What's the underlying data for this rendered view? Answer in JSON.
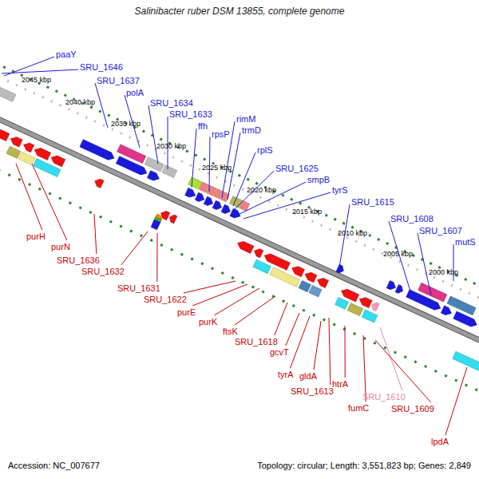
{
  "diagram": {
    "title": "Salinibacter ruber DSM 13855, complete genome",
    "labels": [
      "paaY",
      "SRU_1646",
      "SRU_1637",
      "polA",
      "SRU_1634",
      "SRU_1633",
      "ffh",
      "rpsP",
      "rimM",
      "trmD",
      "rplS",
      "SRU_1625",
      "smpB",
      "tyrS",
      "SRU_1615",
      "SRU_1608",
      "SRU_1607",
      "mutS",
      "2045 kbp",
      "2040 kbp",
      "2035 kbp",
      "2030 kbp",
      "2025 kbp",
      "2020 kbp",
      "2015 kbp",
      "2010 kbp",
      "2005 kbp",
      "2000 kbp",
      "purH",
      "purN",
      "SRU_1636",
      "SRU_1632",
      "SRU_1631",
      "SRU_1622",
      "purE",
      "purK",
      "ftsK",
      "SRU_1618",
      "gcvT",
      "tyrA",
      "gldA",
      "SRU_1613",
      "htrA",
      "fumC",
      "SRU_1610",
      "SRU_1609",
      "lpdA",
      "Accession: NC_007677",
      "Topology: circular; Length: 3,551,823 bp; Genes: 2,849"
    ]
  }
}
